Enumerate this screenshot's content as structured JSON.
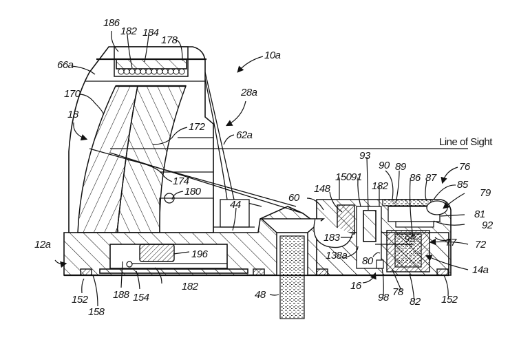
{
  "figure": {
    "title_reference": "10a",
    "line_of_sight_label": "Line of Sight"
  },
  "labels": {
    "l186": "186",
    "l182_top": "182",
    "l184": "184",
    "l178": "178",
    "l66a": "66a",
    "l10a": "10a",
    "l28a": "28a",
    "l170": "170",
    "l18": "18",
    "l172": "172",
    "l62a": "62a",
    "l174": "174",
    "l180": "180",
    "l44": "44",
    "l60": "60",
    "l148": "148",
    "l150": "150",
    "l91": "91",
    "l93": "93",
    "l182_mid": "182",
    "l90": "90",
    "l89": "89",
    "l86": "86",
    "l87": "87",
    "l76": "76",
    "l85": "85",
    "l79": "79",
    "l81": "81",
    "l92": "92",
    "l183": "183",
    "l95": "95",
    "l77": "77",
    "l72": "72",
    "l138a": "138a",
    "l80": "80",
    "l14a": "14a",
    "l12a": "12a",
    "l196": "196",
    "l182_bot": "182",
    "l188": "188",
    "l154": "154",
    "l152_left": "152",
    "l158": "158",
    "l48": "48",
    "l16": "16",
    "l98": "98",
    "l78": "78",
    "l82": "82",
    "l152_right": "152"
  }
}
